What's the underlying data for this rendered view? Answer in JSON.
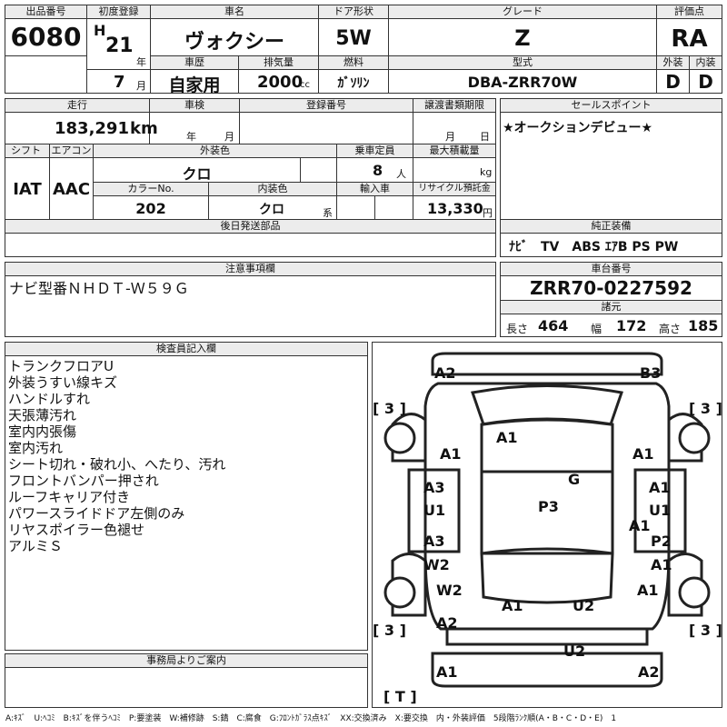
{
  "top": {
    "lot_label": "出品番号",
    "lot": "6080",
    "reg_label": "初度登録",
    "era": "H",
    "year_num": "21",
    "year_unit": "年",
    "month_num": "7",
    "month_unit": "月",
    "car_label": "車名",
    "car": "ヴォクシー",
    "door_label": "ドア形状",
    "door": "5W",
    "grade_label": "グレード",
    "grade": "Z",
    "score_label": "評価点",
    "score": "RA",
    "history_label": "車歴",
    "history": "自家用",
    "cc_label": "排気量",
    "cc": "2000",
    "cc_unit": "cc",
    "fuel_label": "燃料",
    "fuel": "ｶﾞｿﾘﾝ",
    "model_label": "型式",
    "model": "DBA-ZRR70W",
    "ext_label": "外装",
    "ext": "D",
    "int_label": "内装",
    "int": "D"
  },
  "mid": {
    "mileage_label": "走行",
    "mileage": "183,291",
    "mileage_unit": "km",
    "inspection_label": "車検",
    "year_unit": "年",
    "month_unit": "月",
    "regno_label": "登録番号",
    "transfer_label": "譲渡書類期限",
    "transfer_month": "月",
    "transfer_day": "日",
    "shift_label": "シフト",
    "shift": "IAT",
    "ac_label": "エアコン",
    "ac": "AAC",
    "color_label": "外装色",
    "color": "クロ",
    "seats_label": "乗車定員",
    "seats": "8",
    "seats_unit": "人",
    "load_label": "最大積載量",
    "load_unit": "kg",
    "colorno_label": "カラーNo.",
    "colorno": "202",
    "intcolor_label": "内装色",
    "intcolor": "クロ",
    "intcolor_unit": "系",
    "import_label": "輸入車",
    "recycle_label": "リサイクル預託金",
    "recycle": "13,330",
    "recycle_unit": "円",
    "later_label": "後日発送部品",
    "sales_label": "セールスポイント",
    "sales": "★オークションデビュー★",
    "equip_label": "純正装備",
    "equip": "ﾅﾋﾞ　TV　ABS ｴｱB PS PW",
    "notes_label": "注意事項欄",
    "notes": "ナビ型番ＮＨＤＴ-Ｗ５９Ｇ",
    "chassis_label": "車台番号",
    "chassis": "ZRR70-0227592",
    "dims_label": "諸元",
    "length_label": "長さ",
    "length": "464",
    "width_label": "幅",
    "width": "172",
    "height_label": "高さ",
    "height": "185"
  },
  "inspector": {
    "label": "検査員記入欄",
    "lines": [
      "トランクフロアU",
      "外装うすい線キズ",
      "ハンドルすれ",
      "天張薄汚れ",
      "室内内張傷",
      "室内汚れ",
      "シート切れ・破れ小、へたり、汚れ",
      "フロントバンパー押され",
      "ルーフキャリア付き",
      "パワースライドドア左側のみ",
      "リヤスポイラー色褪せ",
      "アルミＳ"
    ]
  },
  "office": {
    "label": "事務局よりご案内"
  },
  "diagram": {
    "tire_marks": [
      "[ 3 ]",
      "[ 3 ]",
      "[ 3 ]",
      "[ 3 ]",
      "[ T ]"
    ],
    "marks": [
      "A2",
      "B3",
      "A1",
      "A1",
      "A1",
      "G",
      "A3",
      "U1",
      "A1",
      "U1",
      "P3",
      "A1",
      "A3",
      "P2",
      "W2",
      "A1",
      "W2",
      "A1",
      "A1",
      "U2",
      "A2",
      "U2",
      "A1",
      "A2"
    ]
  },
  "legend": "A:ｷｽﾞ　U:ﾍｺﾐ　B:ｷｽﾞを伴うﾍｺﾐ　P:要塗装　W:補修跡　S:錆　C:腐食　G:ﾌﾛﾝﾄｶﾞﾗｽ点ｷｽﾞ　XX:交換済み　X:要交換　内・外装評価　5段階ﾗﾝｸ順(A・B・C・D・E)　1"
}
